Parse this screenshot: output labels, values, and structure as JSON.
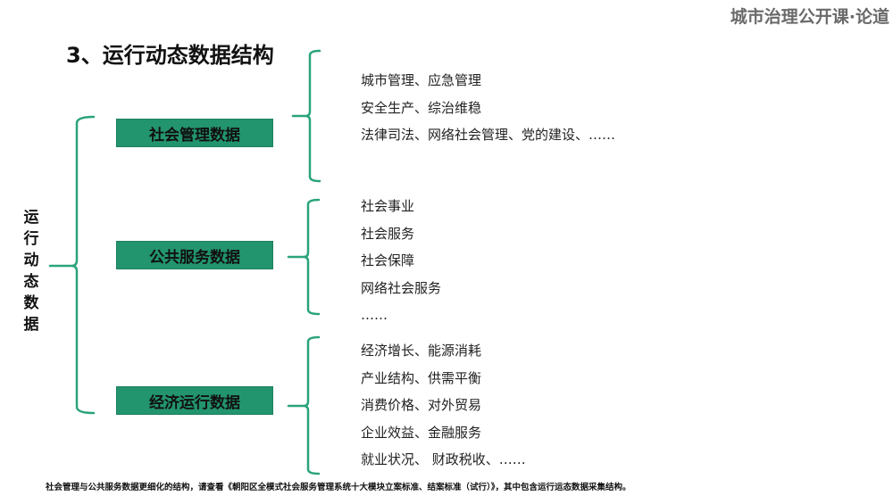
{
  "brand": "城市治理公开课·论道",
  "title": "3、运行动态数据结构",
  "root_label": [
    "运",
    "行",
    "动",
    "态",
    "数",
    "据"
  ],
  "colors": {
    "accent_green": "#22946e",
    "bracket_green": "#2aa37c"
  },
  "categories": [
    {
      "label": "社会管理数据",
      "items": [
        "城市管理、应急管理",
        "安全生产、综治维稳",
        "法律司法、网络社会管理、党的建设、……"
      ]
    },
    {
      "label": "公共服务数据",
      "items": [
        "社会事业",
        "社会服务",
        "社会保障",
        "网络社会服务",
        "……"
      ]
    },
    {
      "label": "经济运行数据",
      "items": [
        "经济增长、能源消耗",
        "产业结构、供需平衡",
        "消费价格、对外贸易",
        "企业效益、金融服务",
        "就业状况、 财政税收、……"
      ]
    }
  ],
  "footnote": "社会管理与公共服务数据更细化的结构，请查看《朝阳区全模式社会服务管理系统十大模块立案标准、结案标准（试行）》，其中包含运行运态数据采集结构。"
}
